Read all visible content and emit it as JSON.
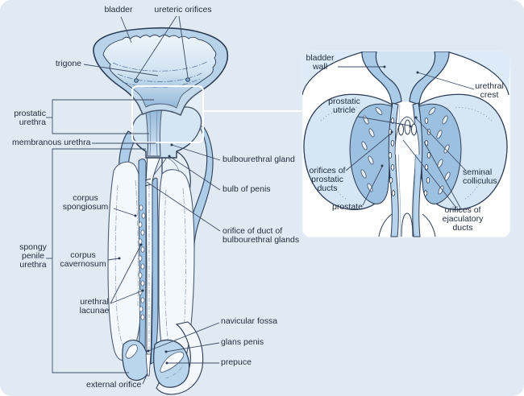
{
  "palette": {
    "background": "#e1eaf3",
    "panel": "#ffffff",
    "outline": "#2c3c55",
    "leader_line": "#3d4d66",
    "text": "#1f2a3c",
    "fill_light_blue": "#d6e6f4",
    "fill_mid_blue": "#a9cbe7",
    "fill_deep_blue": "#7fabd3",
    "highlight_box": "#ffffff"
  },
  "main_figure": {
    "labels": {
      "bladder": "bladder",
      "ureteric_orifices": "ureteric orifices",
      "trigone": "trigone",
      "prostatic_urethra": "prostatic\nurethra",
      "membranous_urethra": "membranous urethra",
      "bulbourethral_gland": "bulbourethral gland",
      "bulb_of_penis": "bulb of penis",
      "corpus_spongiosum": "corpus\nspongiosum",
      "orifice_of_duct": "orifice of duct of\nbulbourethral glands",
      "spongy_penile_urethra": "spongy\npenile\nurethra",
      "corpus_cavernosum": "corpus\ncavernosum",
      "urethral_lacunae": "urethral\nlacunae",
      "navicular_fossa": "navicular fossa",
      "glans_penis": "glans penis",
      "prepuce": "prepuce",
      "external_orifice": "external orifice"
    }
  },
  "inset": {
    "labels": {
      "bladder_wall": "bladder\nwall",
      "urethral_crest": "urethral\ncrest",
      "prostatic_utricle": "prostatic\nutricle",
      "orifices_of_prostatic_ducts": "orifices of\nprostatic\nducts",
      "prostate": "prostate",
      "seminal_colliculus": "seminal\ncolliculus",
      "orifices_of_ejaculatory_ducts": "orifices of\nejaculatory\nducts"
    }
  }
}
